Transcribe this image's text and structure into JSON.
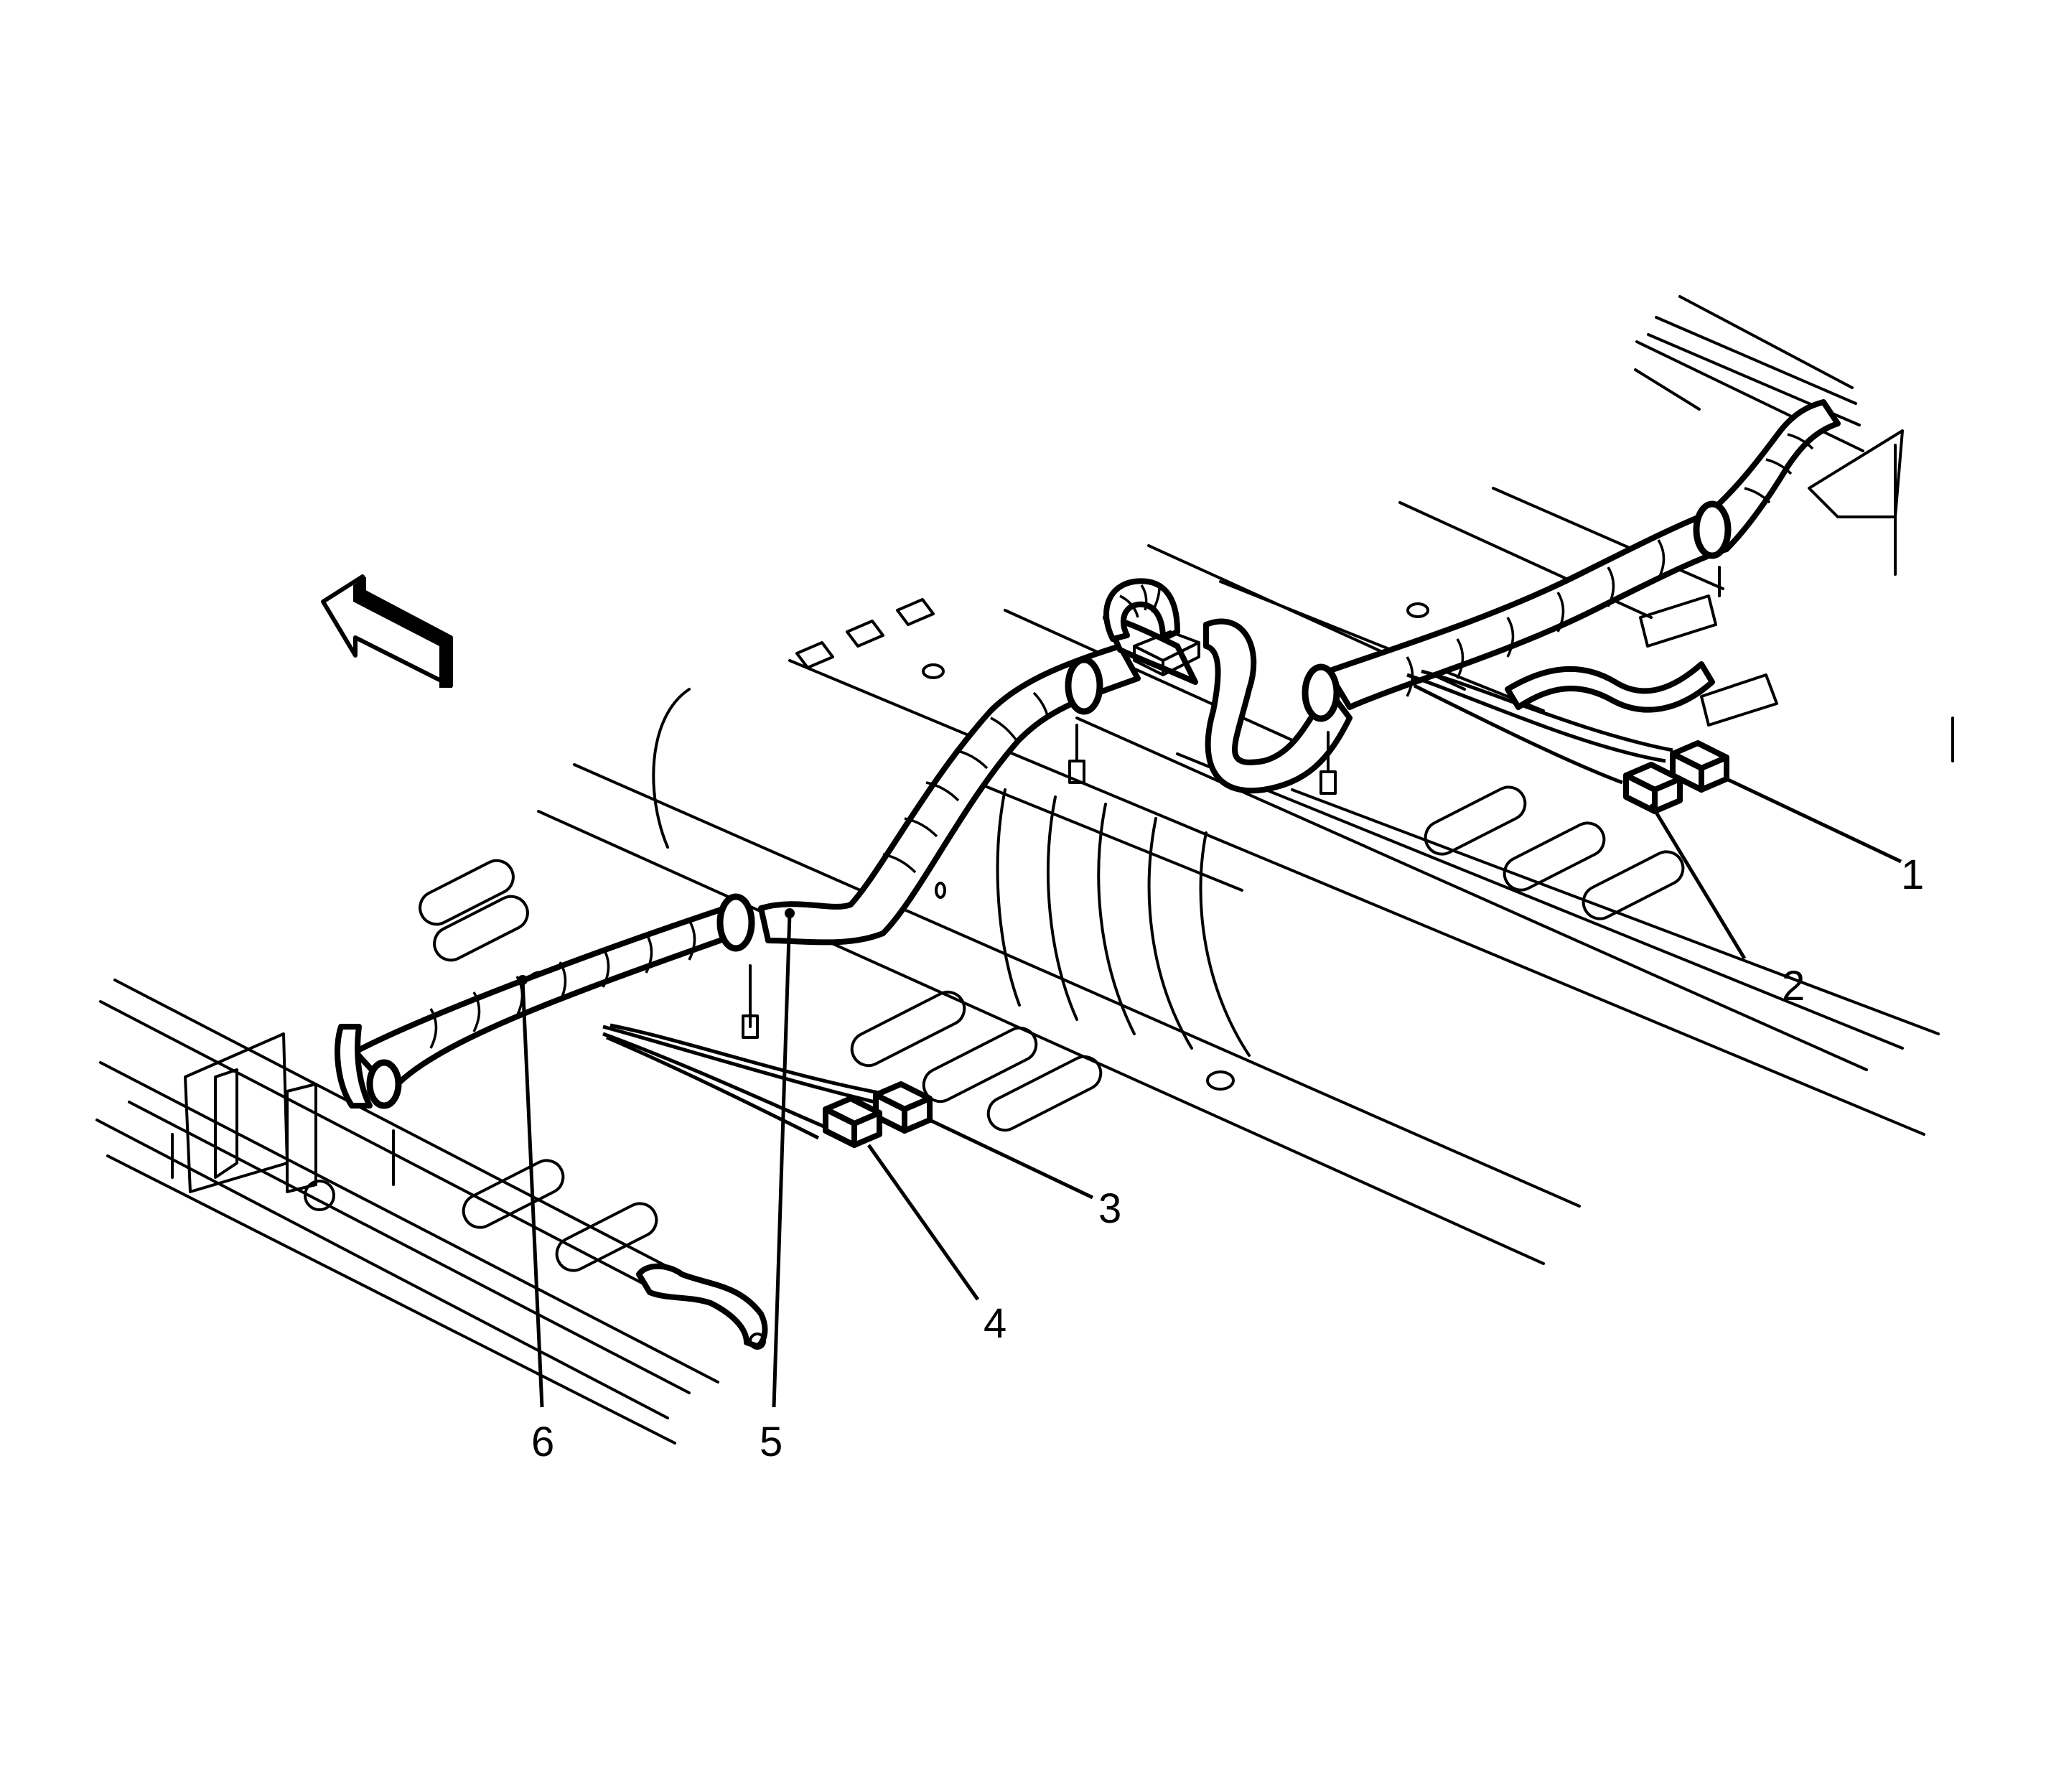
{
  "diagram": {
    "subject": "Floor wiring harness routing (isometric view)",
    "style": {
      "line_color": "#000000",
      "background": "#ffffff"
    },
    "direction_arrow": {
      "icon": "front-direction-arrow-icon",
      "points": "up-left (vehicle front)"
    },
    "callouts": [
      {
        "id": 1,
        "label": "1",
        "target": "connector (right rear, upper)"
      },
      {
        "id": 2,
        "label": "2",
        "target": "connector (right rear, lower)"
      },
      {
        "id": 3,
        "label": "3",
        "target": "connector (center, upper)"
      },
      {
        "id": 4,
        "label": "4",
        "target": "connector (center, lower)"
      },
      {
        "id": 5,
        "label": "5",
        "target": "harness retainer / grommet"
      },
      {
        "id": 6,
        "label": "6",
        "target": "main floor harness"
      }
    ]
  }
}
